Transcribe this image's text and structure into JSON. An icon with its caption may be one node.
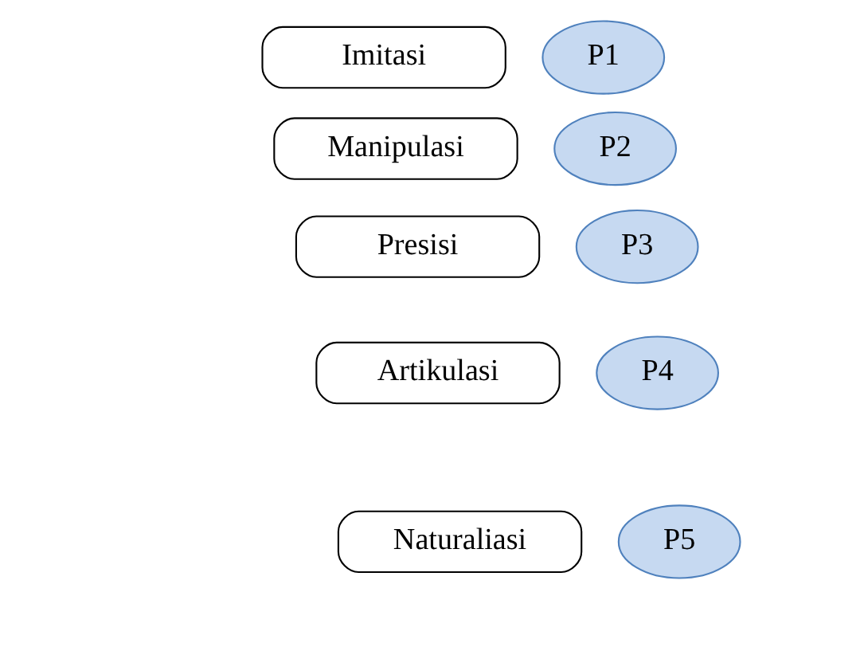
{
  "diagram": {
    "nodes": [
      {
        "text": [
          "Imitasi"
        ]
      },
      {
        "text": [
          "P1"
        ]
      },
      {
        "text": [
          "Manipulasi"
        ]
      },
      {
        "text": [
          "P2"
        ]
      },
      {
        "text": [
          "Presisi"
        ]
      },
      {
        "text": [
          "P3"
        ]
      },
      {
        "text": [
          "Artikulasi"
        ]
      },
      {
        "text": [
          "P4"
        ]
      },
      {
        "text": [
          "Naturaliasi"
        ]
      },
      {
        "text": [
          "P5"
        ]
      }
    ],
    "edges": []
  }
}
